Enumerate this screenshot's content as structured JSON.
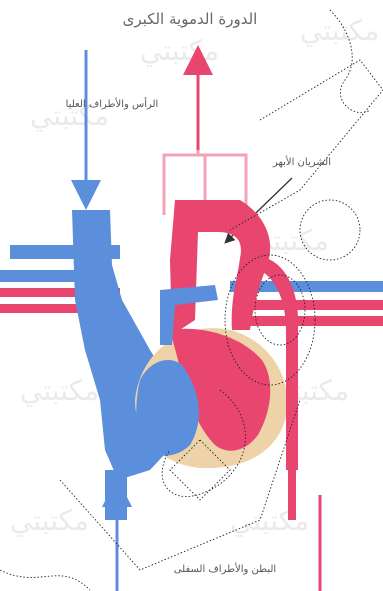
{
  "title": "الدورة الدموية الكبرى",
  "labels": {
    "head_limbs": "الرأس والأطراف العليا",
    "aorta": "الشريان الأبهر",
    "body_lower": "البطن والأطراف السفلى"
  },
  "watermark": "مكتبتي",
  "colors": {
    "venous": "#5b8fdc",
    "arterial": "#e8456f",
    "arterial_light": "#f4a3b6",
    "muscle": "#efd3a8",
    "text": "#555555"
  }
}
